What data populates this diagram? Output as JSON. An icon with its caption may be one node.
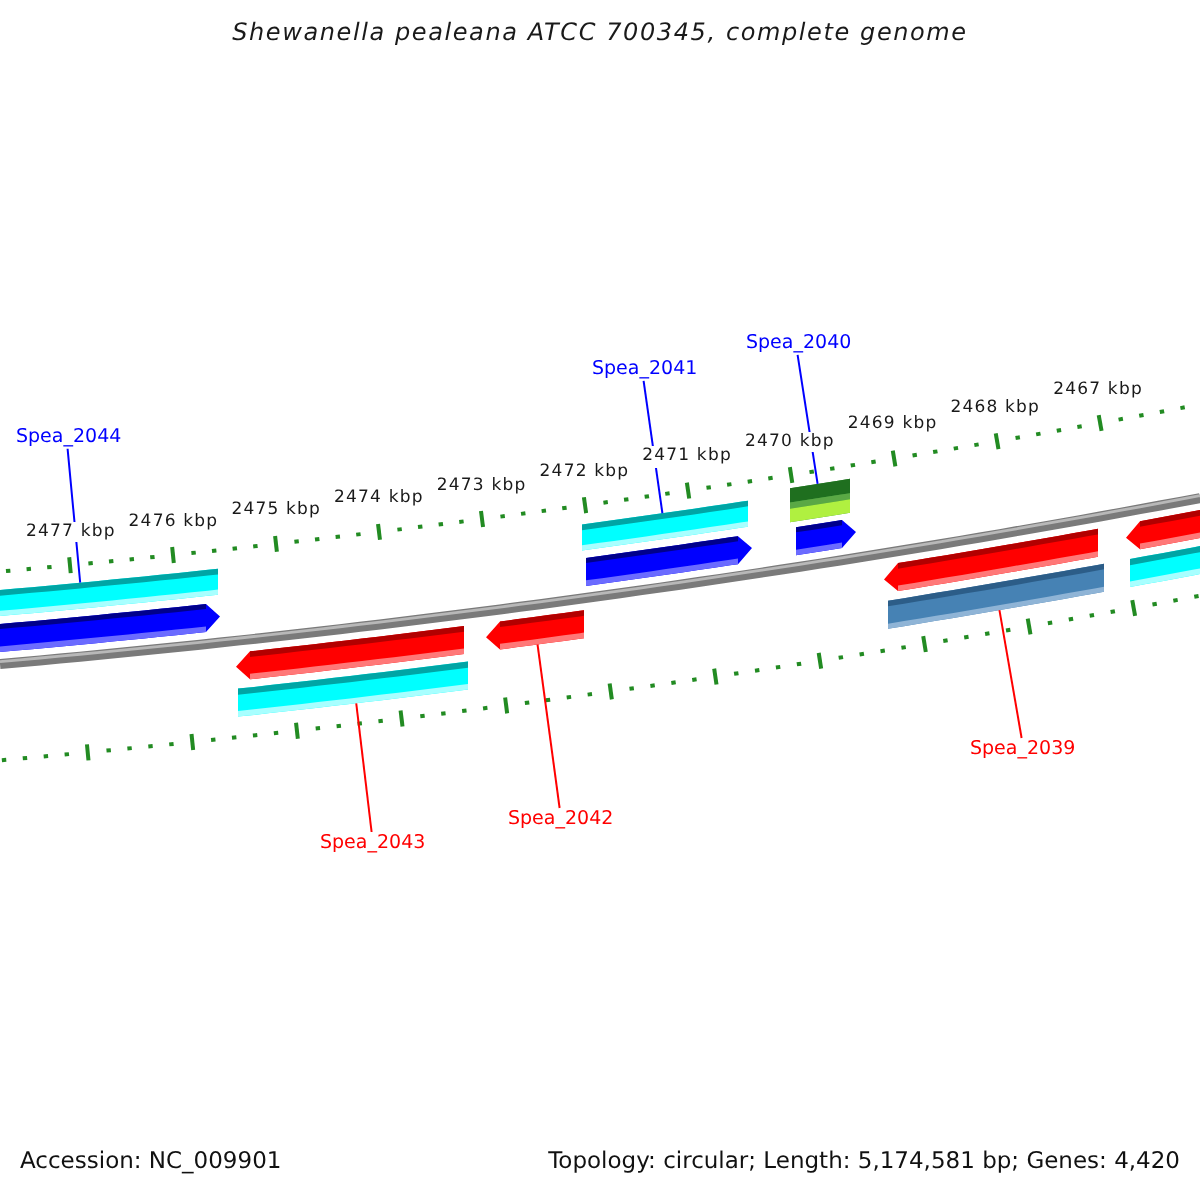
{
  "diagram": {
    "title": "Shewanella pealeana ATCC 700345, complete genome",
    "nodes": [
      {
        "text": [
          "Spea_2044"
        ]
      },
      {
        "text": [
          "Spea_2041"
        ]
      },
      {
        "text": [
          "Spea_2040"
        ]
      },
      {
        "text": [
          "Spea_2043"
        ]
      },
      {
        "text": [
          "Spea_2042"
        ]
      },
      {
        "text": [
          "Spea_2039"
        ]
      },
      {
        "text": [],
        "shape": "bar"
      },
      {
        "text": [],
        "shape": "arrow"
      },
      {
        "text": [],
        "shape": "arrow"
      },
      {
        "text": [],
        "shape": "bar"
      },
      {
        "text": [],
        "shape": "arrow"
      },
      {
        "text": [],
        "shape": "bar"
      },
      {
        "text": [],
        "shape": "arrow"
      },
      {
        "text": [],
        "shape": "bar"
      },
      {
        "text": [],
        "shape": "arrow"
      },
      {
        "text": [],
        "shape": "arrow"
      },
      {
        "text": [],
        "shape": "bar"
      },
      {
        "text": [],
        "shape": "arrow"
      },
      {
        "text": [],
        "shape": "bar"
      }
    ],
    "edges": [
      {
        "from": 0,
        "to": 6,
        "arrow": "none",
        "color": "#0000ff"
      },
      {
        "from": 1,
        "to": 11,
        "arrow": "none",
        "color": "#0000ff"
      },
      {
        "from": 2,
        "to": 13,
        "arrow": "none",
        "color": "#0000ff"
      },
      {
        "from": 3,
        "to": 9,
        "arrow": "none",
        "color": "#ff0000"
      },
      {
        "from": 4,
        "to": 10,
        "arrow": "none",
        "color": "#ff0000"
      },
      {
        "from": 5,
        "to": 16,
        "arrow": "none",
        "color": "#ff0000"
      }
    ],
    "labels": [
      "2477 kbp",
      "2476 kbp",
      "2475 kbp",
      "2474 kbp",
      "2473 kbp",
      "2472 kbp",
      "2471 kbp",
      "2470 kbp",
      "2469 kbp",
      "2468 kbp",
      "2467 kbp",
      "Accession: NC_009901",
      "Topology: circular; Length: 5,174,581 bp; Genes: 4,420"
    ]
  }
}
